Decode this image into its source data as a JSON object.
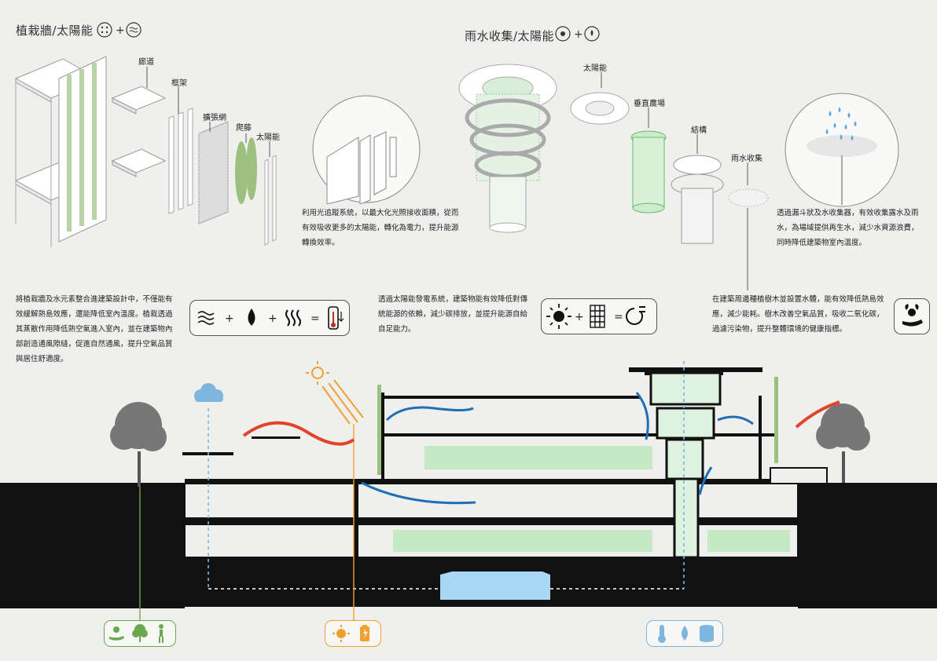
{
  "left_panel": {
    "title": "植栽牆/太陽能",
    "labels": {
      "corridor": "廊道",
      "frame": "框架",
      "mesh": "擴張網",
      "vine": "爬藤",
      "solar": "太陽能"
    },
    "detail_text": "利用光追蹤系統，以最大化光照接收面積，從而有效吸收更多的太陽能，轉化為電力，提升能源轉換效率。"
  },
  "right_panel": {
    "title": "雨水收集/太陽能",
    "labels": {
      "solar": "太陽能",
      "vertical_farm": "垂直農場",
      "structure": "結構",
      "rain": "雨水收集"
    },
    "detail_text": "透過漏斗狀及水收集器，有效收集露水及雨水，為場域提供再生水，減少水資源浪費，同時降低建築物室內溫度。"
  },
  "descriptions": {
    "green_wall": "將植栽牆及水元素整合進建築設計中，不僅能有效緩解熱島效應，還能降低室內溫度。植栽透過其蒸散作用降低熱空氣進入室內，並在建築物內部創造通風隙縫，促進自然通風，提升空氣品質與居住舒適度。",
    "solar": "透過太陽能發電系統，建築物能有效降低對傳統能源的依賴，減少碳排放，並提升能源自給自足能力。",
    "trees": "在建築周邊種植樹木並設置水體，能有效降低熱島效應，減少能耗。樹木改善空氣品質，吸收二氧化碳，過濾污染物，提升整體環境的健康指標。"
  },
  "equations": {
    "plus": "+",
    "equals": "="
  },
  "icons": {
    "eq1": [
      "wind-icon",
      "water-drop-icon",
      "heat-icon",
      "thermometer-icon"
    ],
    "eq2": [
      "sun-icon",
      "solar-panel-icon",
      "plug-icon"
    ],
    "bottom_green": [
      "hand-plant-icon",
      "tree-icon",
      "person-icon"
    ],
    "bottom_orange": [
      "sun-icon",
      "battery-icon"
    ],
    "bottom_blue": [
      "thermometer-icon",
      "water-drop-icon",
      "database-icon"
    ]
  },
  "colors": {
    "green": "#6aa84f",
    "orange": "#f0a030",
    "blue": "#7fb6e0",
    "hot_arrow": "#e0442a",
    "cool_arrow": "#1f6fb5",
    "farm": "#7fcf7f",
    "water": "#a8d8f4"
  }
}
